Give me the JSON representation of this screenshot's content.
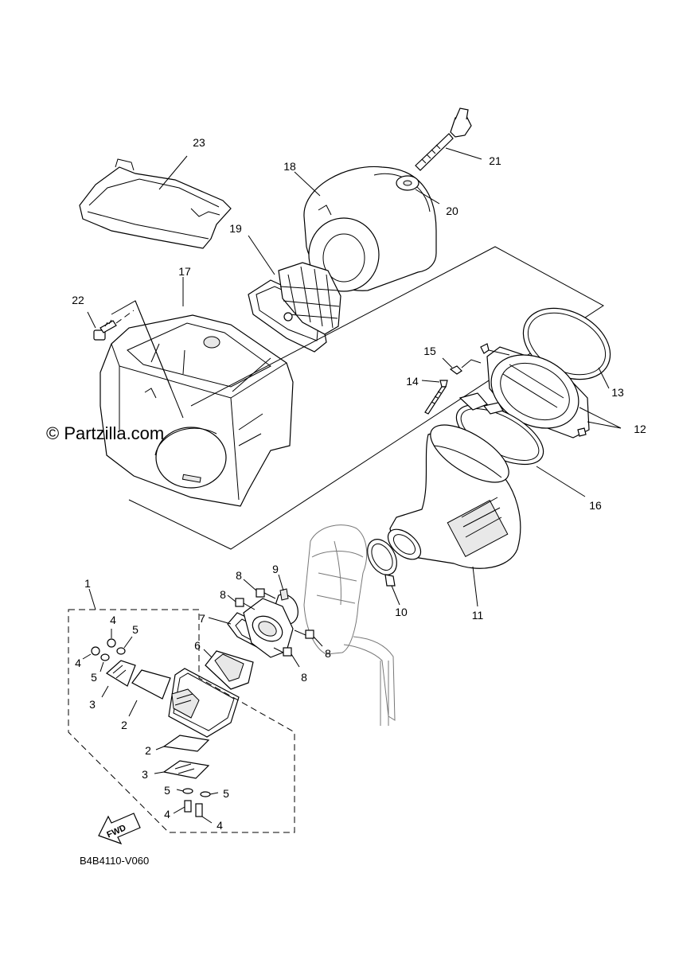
{
  "watermark": "© Partzilla.com",
  "diagram_code": "B4B4110-V060",
  "fwd_label": "FWD",
  "callouts": {
    "n1": "1",
    "n2a": "2",
    "n2b": "2",
    "n3a": "3",
    "n3b": "3",
    "n4a": "4",
    "n4b": "4",
    "n4c": "4",
    "n4d": "4",
    "n5a": "5",
    "n5b": "5",
    "n5c": "5",
    "n5d": "5",
    "n6": "6",
    "n7": "7",
    "n8a": "8",
    "n8b": "8",
    "n8c": "8",
    "n8d": "8",
    "n9": "9",
    "n10": "10",
    "n11": "11",
    "n12": "12",
    "n13": "13",
    "n14": "14",
    "n15": "15",
    "n16": "16",
    "n17": "17",
    "n18": "18",
    "n19": "19",
    "n20": "20",
    "n21": "21",
    "n22": "22",
    "n23": "23"
  }
}
